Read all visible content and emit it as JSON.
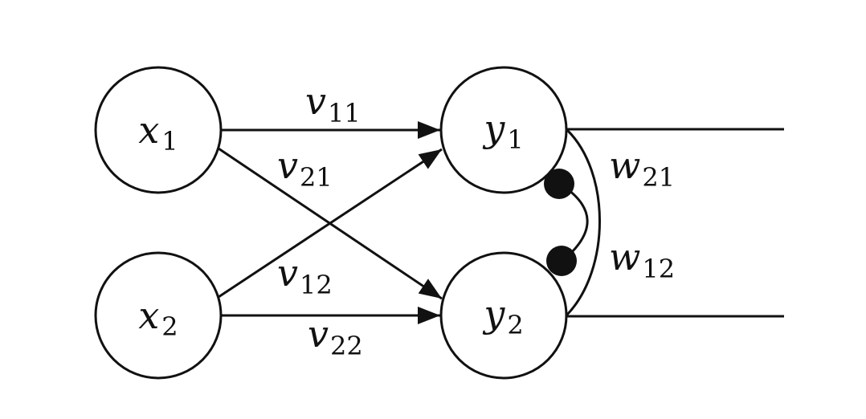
{
  "colors": {
    "stroke": "#111111",
    "background": "#ffffff",
    "inhibitory_dot": "#111111"
  },
  "nodes": [
    {
      "id": "x1",
      "var": "x",
      "sub": "1"
    },
    {
      "id": "x2",
      "var": "x",
      "sub": "2"
    },
    {
      "id": "y1",
      "var": "y",
      "sub": "1"
    },
    {
      "id": "y2",
      "var": "y",
      "sub": "2"
    }
  ],
  "edges": [
    {
      "from": "x1",
      "to": "y1",
      "var": "v",
      "sub": "11"
    },
    {
      "from": "x1",
      "to": "y2",
      "var": "v",
      "sub": "21"
    },
    {
      "from": "x2",
      "to": "y1",
      "var": "v",
      "sub": "12"
    },
    {
      "from": "x2",
      "to": "y2",
      "var": "v",
      "sub": "22"
    }
  ],
  "lateral": [
    {
      "from": "y1",
      "to": "y2",
      "var": "w",
      "sub": "21"
    },
    {
      "from": "y2",
      "to": "y1",
      "var": "w",
      "sub": "12"
    }
  ],
  "outputs": [
    "y1",
    "y2"
  ]
}
